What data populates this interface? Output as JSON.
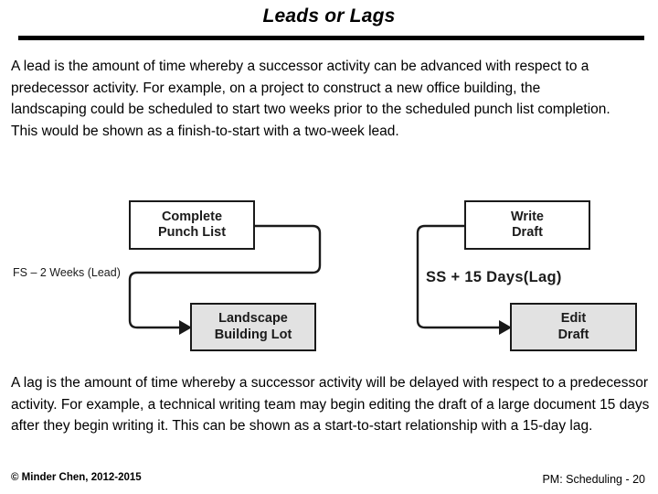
{
  "slide": {
    "title": "Leads or Lags",
    "paragraphs": {
      "lead": "A lead is the amount of time whereby a successor activity can be advanced with respect to a predecessor activity. For example, on a project to construct a new office building, the landscaping could be scheduled to start two weeks prior to the scheduled punch list completion. This would be shown as a finish-to-start with a two-week lead.",
      "lag": "A lag is the amount of time whereby a successor activity will be delayed with respect to a predecessor activity. For example, a technical writing team may begin editing the draft of a large document 15 days after they begin writing it. This can be shown as a start-to-start relationship with a 15-day lag."
    }
  },
  "diagram": {
    "lead_example": {
      "predecessor": {
        "line1": "Complete",
        "line2": "Punch List"
      },
      "successor": {
        "line1": "Landscape",
        "line2": "Building Lot"
      },
      "relationship_label": "FS – 2 Weeks (Lead)"
    },
    "lag_example": {
      "predecessor": {
        "line1": "Write",
        "line2": "Draft"
      },
      "successor": {
        "line1": "Edit",
        "line2": "Draft"
      },
      "relationship_label": "SS + 15 Days(Lag)"
    },
    "colors": {
      "node_border": "#1a1a1a",
      "node_fill_plain": "#ffffff",
      "node_fill_shaded": "#e2e2e2",
      "connector": "#1a1a1a"
    }
  },
  "footer": {
    "copyright": "© Minder Chen, 2012-2015",
    "page_label": "PM: Scheduling - 20"
  }
}
